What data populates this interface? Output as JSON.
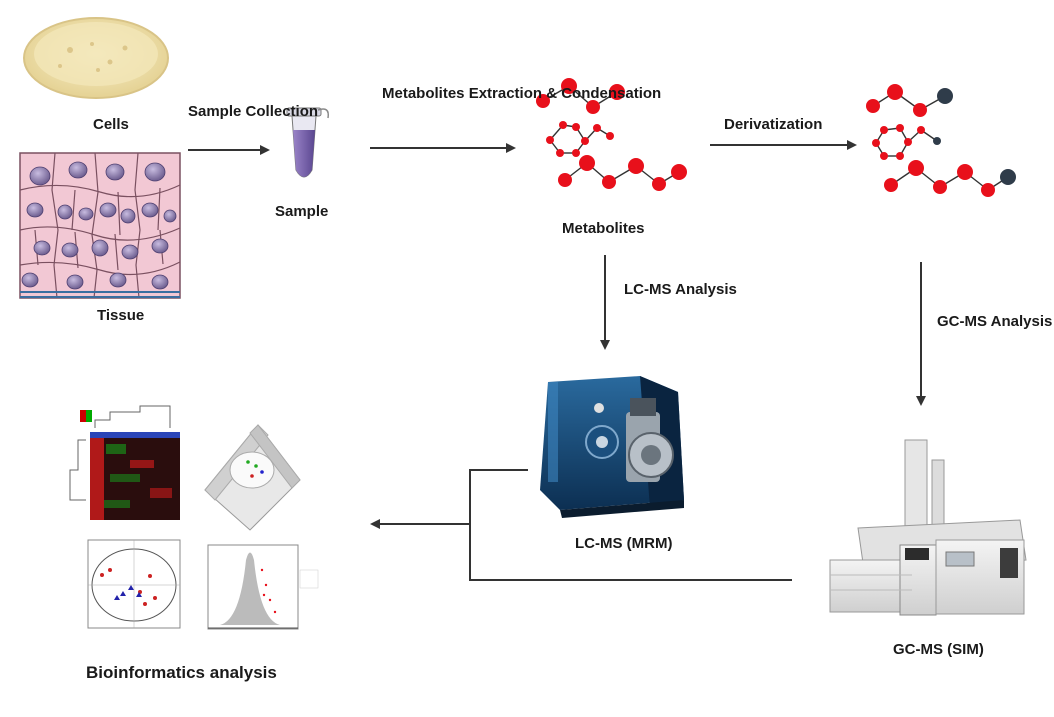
{
  "labels": {
    "cells": "Cells",
    "tissue": "Tissue",
    "sample_collection": [
      "Sample",
      "Collection"
    ],
    "sample": "Sample",
    "extraction": [
      "Metabolites",
      "Extraction &",
      "Condensation"
    ],
    "metabolites": "Metabolites",
    "derivatization": "Derivatization",
    "lcms_analysis": [
      "LC-MS",
      "Analysis"
    ],
    "gcms_analysis": [
      "GC-MS",
      "Analysis"
    ],
    "lcms_mrm": "LC-MS (MRM)",
    "gcms_sim": "GC-MS (SIM)",
    "bioinformatics": "Bioinformatics analysis"
  },
  "colors": {
    "arrow": "#333333",
    "metabolite_node": "#e8101b",
    "derivative_node": "#2f3c4a",
    "cell_membrane": "#e8b0c0",
    "nucleus": "#8a7aa8",
    "dish": "#efe2b0"
  }
}
